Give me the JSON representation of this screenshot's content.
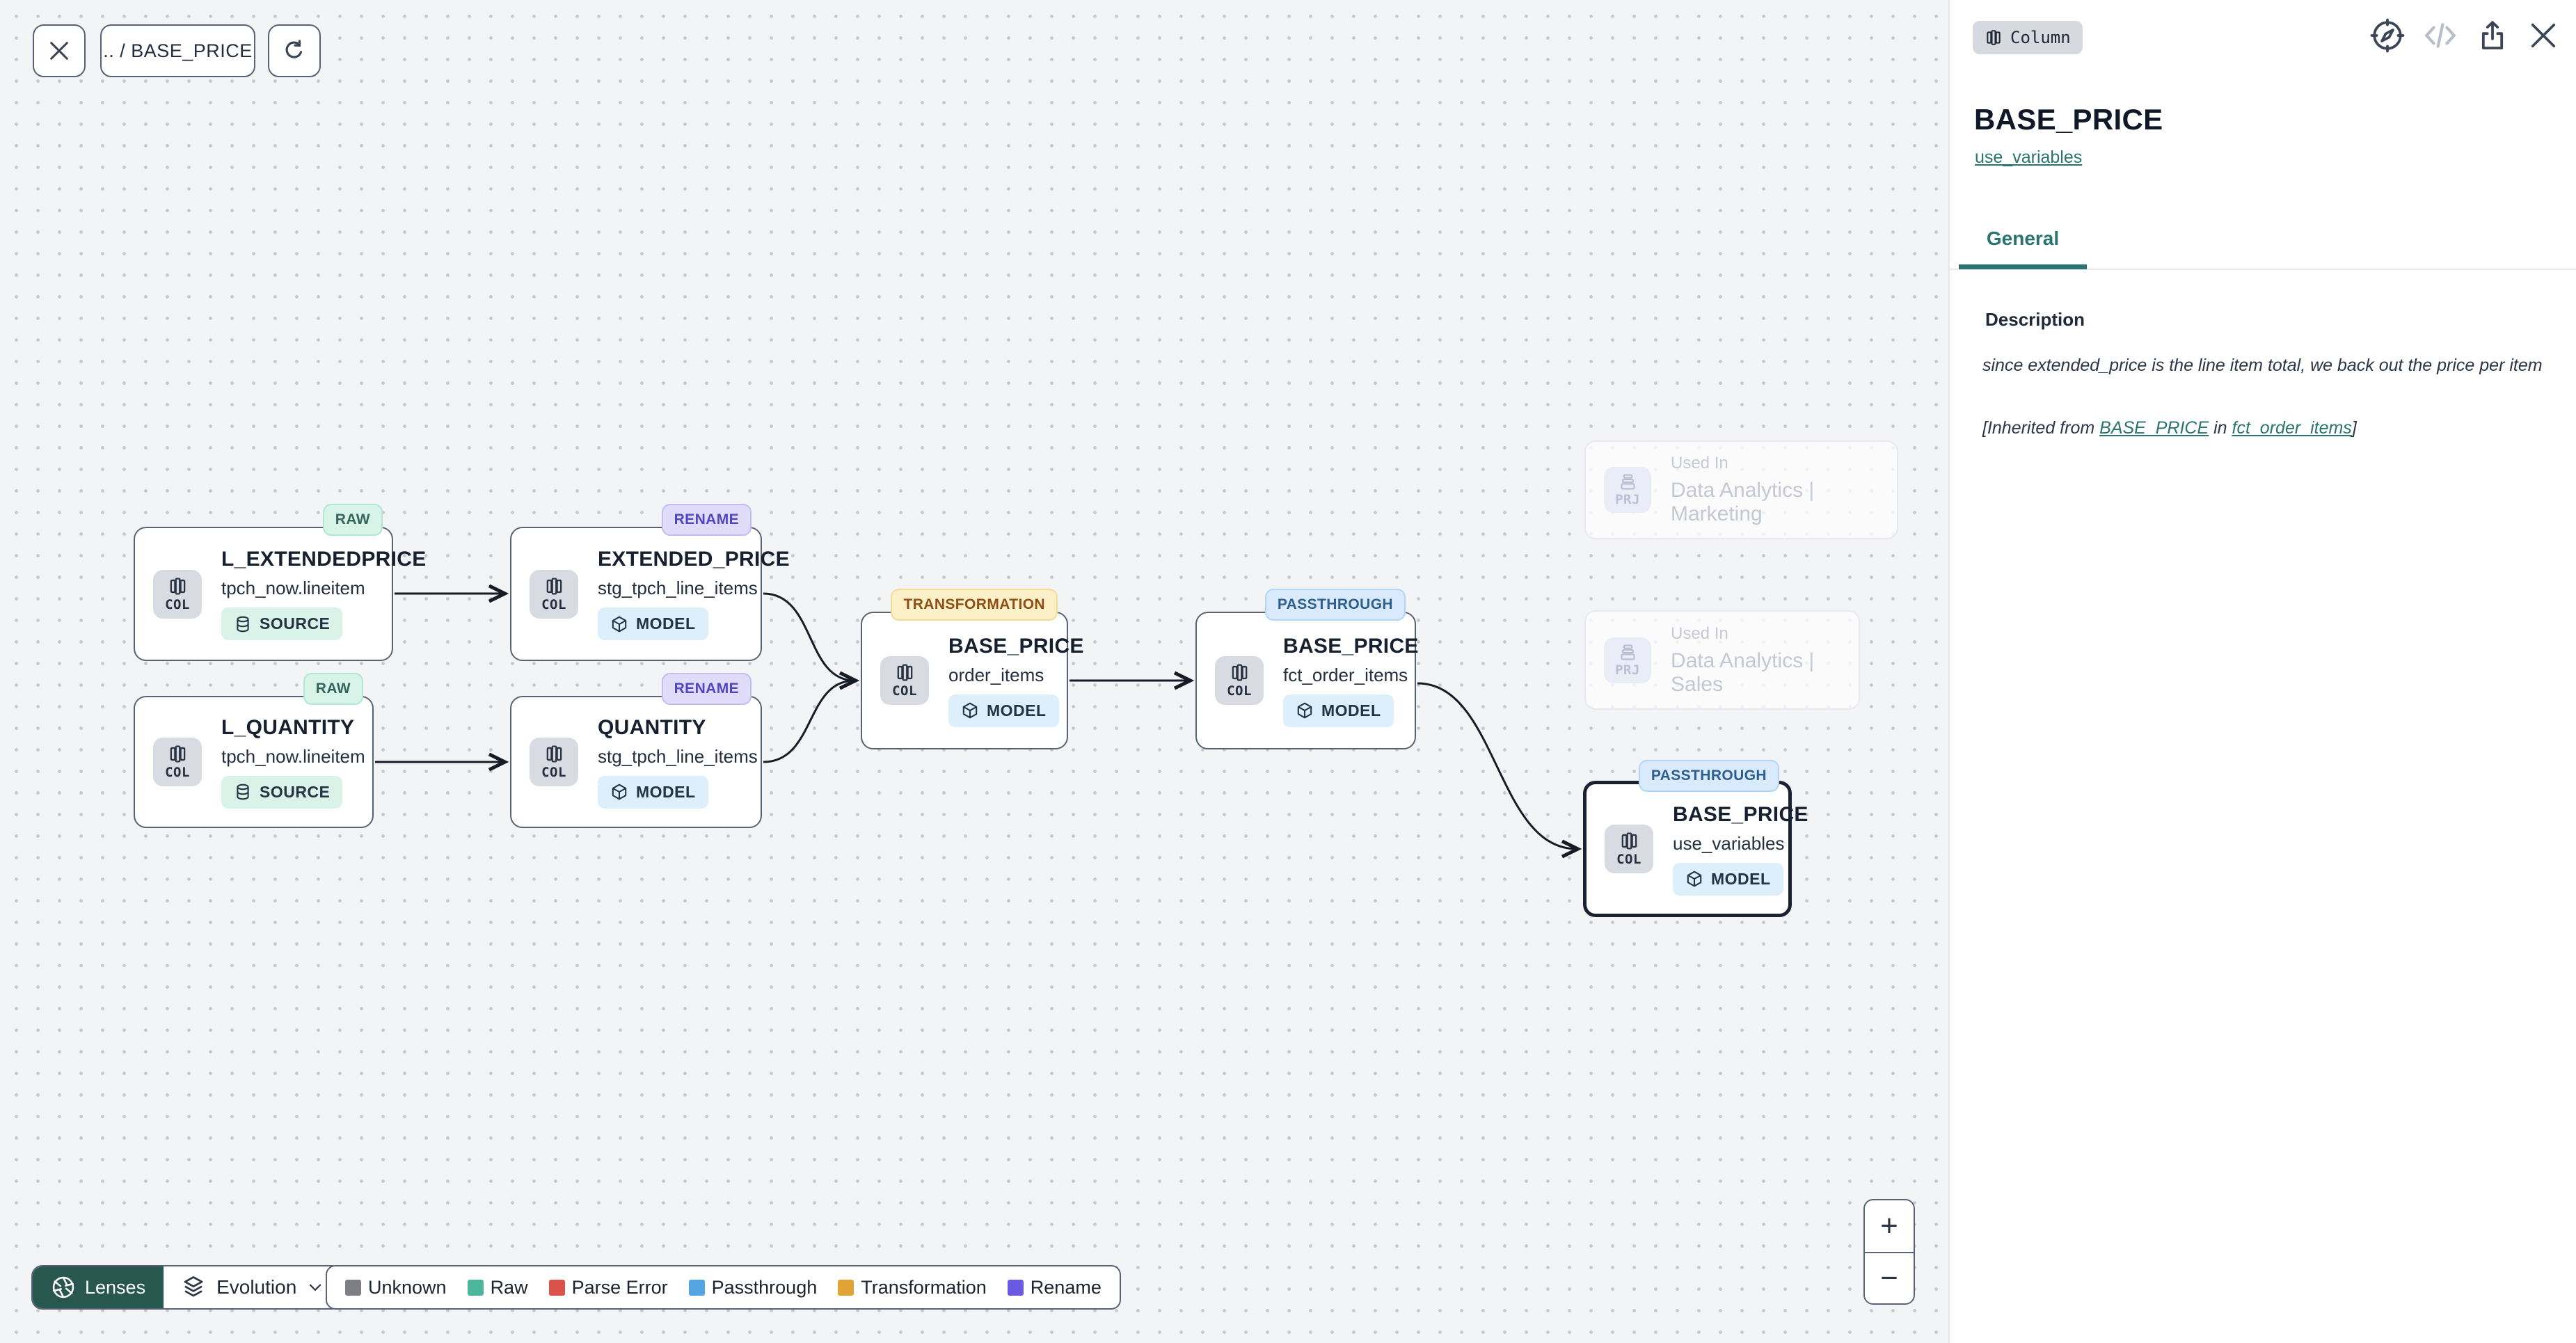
{
  "toolbar": {
    "breadcrumb": ".. / BASE_PRICE"
  },
  "graph": {
    "nodes": [
      {
        "badge": "RAW",
        "title": "L_EXTENDEDPRICE",
        "subtitle": "tpch_now.lineitem",
        "chip": "COL",
        "kind": "SOURCE"
      },
      {
        "badge": "RAW",
        "title": "L_QUANTITY",
        "subtitle": "tpch_now.lineitem",
        "chip": "COL",
        "kind": "SOURCE"
      },
      {
        "badge": "RENAME",
        "title": "EXTENDED_PRICE",
        "subtitle": "stg_tpch_line_items",
        "chip": "COL",
        "kind": "MODEL"
      },
      {
        "badge": "RENAME",
        "title": "QUANTITY",
        "subtitle": "stg_tpch_line_items",
        "chip": "COL",
        "kind": "MODEL"
      },
      {
        "badge": "TRANSFORMATION",
        "title": "BASE_PRICE",
        "subtitle": "order_items",
        "chip": "COL",
        "kind": "MODEL"
      },
      {
        "badge": "PASSTHROUGH",
        "title": "BASE_PRICE",
        "subtitle": "fct_order_items",
        "chip": "COL",
        "kind": "MODEL"
      },
      {
        "badge": "PASSTHROUGH",
        "title": "BASE_PRICE",
        "subtitle": "use_variables",
        "chip": "COL",
        "kind": "MODEL"
      }
    ],
    "ghosts": [
      {
        "chip": "PRJ",
        "title": "Used In",
        "subtitle": "Data Analytics | Marketing"
      },
      {
        "chip": "PRJ",
        "title": "Used In",
        "subtitle": "Data Analytics | Sales"
      }
    ]
  },
  "lenses": {
    "button": "Lenses",
    "selected": "Evolution"
  },
  "legend": {
    "items": [
      {
        "label": "Unknown",
        "color": "#7d7f84"
      },
      {
        "label": "Raw",
        "color": "#4bb69c"
      },
      {
        "label": "Parse Error",
        "color": "#d9534b"
      },
      {
        "label": "Passthrough",
        "color": "#54a4e1"
      },
      {
        "label": "Transformation",
        "color": "#e0a336"
      },
      {
        "label": "Rename",
        "color": "#6a5ae2"
      }
    ]
  },
  "zoom_controls": {
    "zoom_in": "+",
    "zoom_out": "−"
  },
  "panel": {
    "type_badge": "Column",
    "title": "BASE_PRICE",
    "model_link": "use_variables",
    "tabs": [
      {
        "label": "General"
      }
    ],
    "description": {
      "heading": "Description",
      "body": "since extended_price is the line item total, we back out the price per item",
      "inherited_prefix": "[Inherited from ",
      "inherited_link_column": "BASE_PRICE",
      "inherited_middle": " in ",
      "inherited_link_model": "fct_order_items",
      "inherited_suffix": "]"
    }
  },
  "colors": {
    "accent_teal": "#2a7370",
    "edge": "#161b26"
  }
}
